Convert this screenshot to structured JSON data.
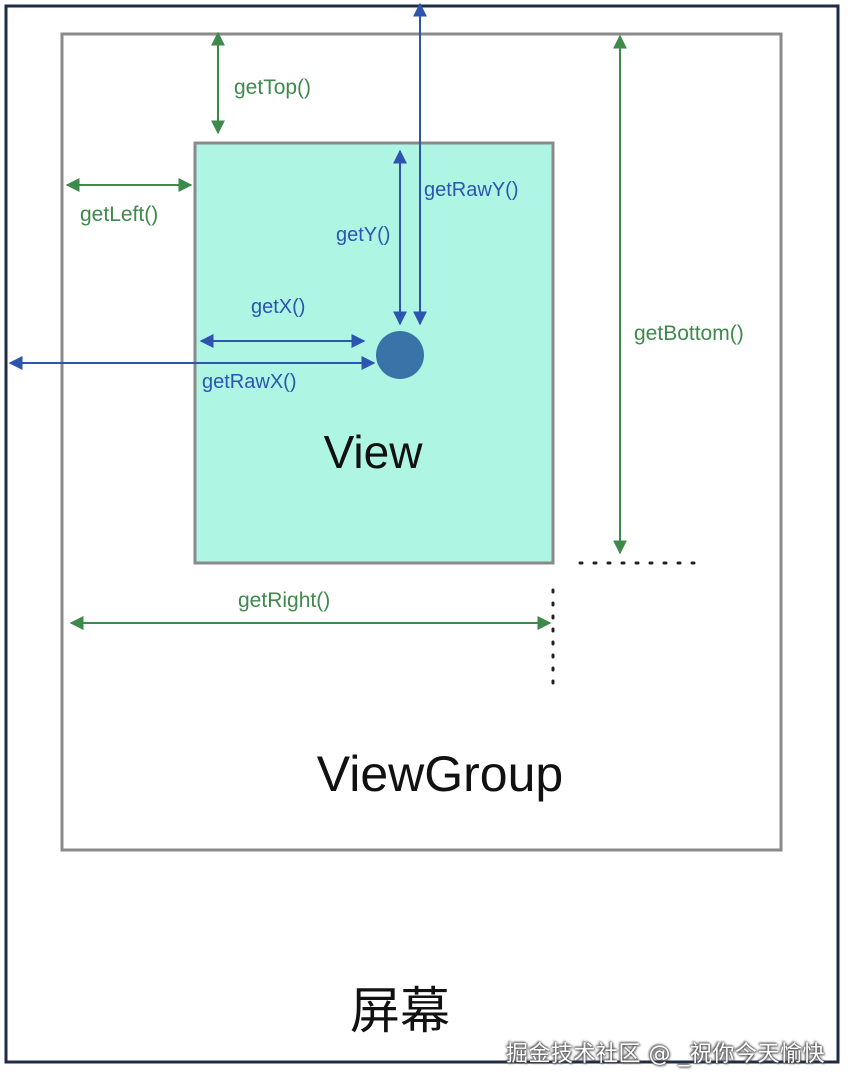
{
  "labels": {
    "get_top": "getTop()",
    "get_left": "getLeft()",
    "get_raw_y": "getRawY()",
    "get_y": "getY()",
    "get_x": "getX()",
    "get_raw_x": "getRawX()",
    "get_bottom": "getBottom()",
    "get_right": "getRight()",
    "view": "View",
    "view_group": "ViewGroup",
    "screen": "屏幕"
  },
  "watermark": "掘金技术社区 @ _祝你今天愉快",
  "colors": {
    "screen_border": "#1f2d44",
    "viewgroup_border": "#8a8a8a",
    "view_fill": "#aef5e4",
    "view_border": "#8a8a8a",
    "green": "#3e8a4c",
    "blue": "#2d55b0",
    "touch_point": "#3a73a8"
  }
}
